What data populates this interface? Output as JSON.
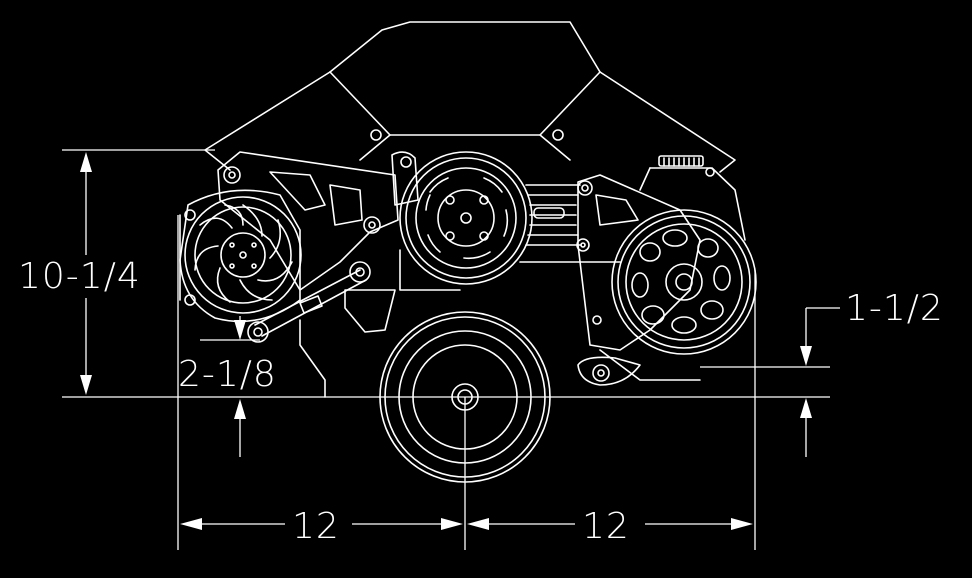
{
  "drawing": {
    "background_color": "#000000",
    "line_color": "#ffffff",
    "dimensions": {
      "overall_height": "10-1/4",
      "alternator_offset": "2-1/8",
      "pump_offset": "1-1/2",
      "left_width": "12",
      "right_width": "12"
    }
  }
}
